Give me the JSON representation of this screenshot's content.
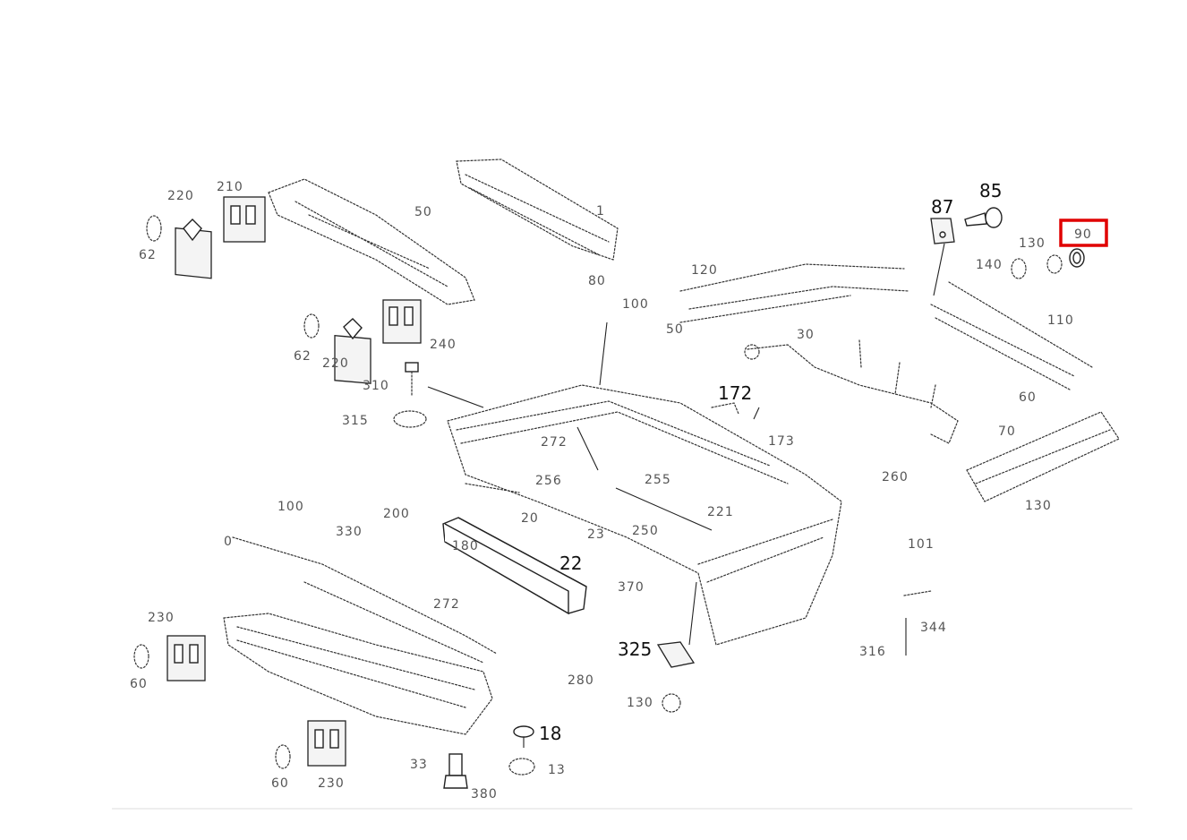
{
  "diagram": {
    "highlight_color": "#e00000",
    "highlighted_label": "90",
    "callouts": {
      "c85": "85",
      "c87": "87",
      "c90": "90",
      "c130a": "130",
      "c140": "140",
      "c120": "120",
      "c110": "110",
      "c50a": "50",
      "c80": "80",
      "c30": "30",
      "c100a": "100",
      "c172": "172",
      "c173": "173",
      "c70": "70",
      "c60": "60",
      "c130b": "130",
      "c1": "1",
      "c210a": "210",
      "c220a": "220",
      "c50b": "50",
      "c62a": "62",
      "c62b": "62",
      "c220b": "220",
      "c240": "240",
      "c310": "310",
      "c315": "315",
      "c272": "272",
      "c256": "256",
      "c255": "255",
      "c260": "260",
      "c221": "221",
      "c20": "20",
      "c200": "200",
      "c0": "0",
      "c100b": "100",
      "c22": "22",
      "c330": "330",
      "c272b": "272",
      "c250": "250",
      "c23": "23",
      "c370": "370",
      "c325": "325",
      "c130c": "130",
      "c101": "101",
      "c344": "344",
      "c316": "316",
      "c280": "280",
      "c230a": "230",
      "c60b": "60",
      "c60c": "60",
      "c230b": "230",
      "c18": "18",
      "c33": "33",
      "c380": "380",
      "c13": "13",
      "c180": "180"
    }
  }
}
